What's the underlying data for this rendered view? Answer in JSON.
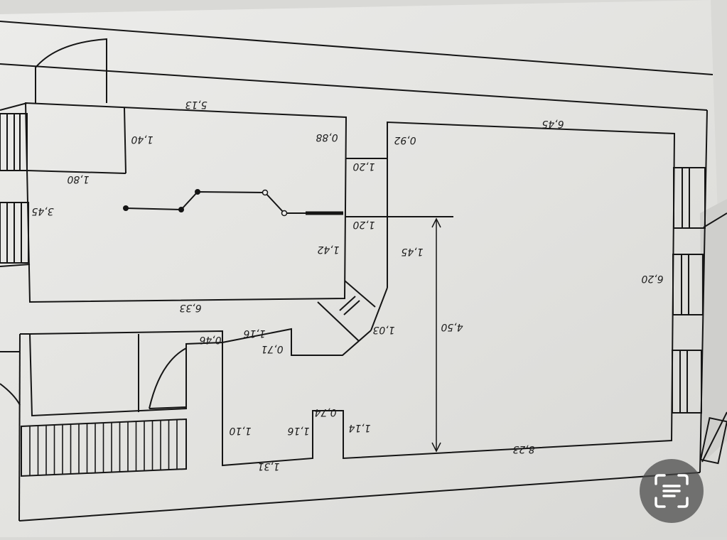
{
  "plan": {
    "dimensions": [
      {
        "id": "d-513",
        "text": "5,13"
      },
      {
        "id": "d-140",
        "text": "1,40"
      },
      {
        "id": "d-088",
        "text": "0,88"
      },
      {
        "id": "d-180",
        "text": "1,80"
      },
      {
        "id": "d-345",
        "text": "3,45"
      },
      {
        "id": "d-142",
        "text": "1,42"
      },
      {
        "id": "d-120a",
        "text": "1,20"
      },
      {
        "id": "d-120b",
        "text": "1,20"
      },
      {
        "id": "d-092",
        "text": "0,92"
      },
      {
        "id": "d-645",
        "text": "6,45"
      },
      {
        "id": "d-145",
        "text": "1,45"
      },
      {
        "id": "d-620",
        "text": "6,20"
      },
      {
        "id": "d-633",
        "text": "6,33"
      },
      {
        "id": "d-103",
        "text": "1,03"
      },
      {
        "id": "d-450",
        "text": "4,50"
      },
      {
        "id": "d-046",
        "text": "0,46"
      },
      {
        "id": "d-116a",
        "text": "1,16"
      },
      {
        "id": "d-071",
        "text": "0,71"
      },
      {
        "id": "d-074",
        "text": "0,74"
      },
      {
        "id": "d-114",
        "text": "1,14"
      },
      {
        "id": "d-116b",
        "text": "1,16"
      },
      {
        "id": "d-110",
        "text": "1,10"
      },
      {
        "id": "d-131",
        "text": "1,31"
      },
      {
        "id": "d-823",
        "text": "8,23"
      }
    ]
  },
  "overlay": {
    "lens_icon": "text-recognition-icon"
  }
}
